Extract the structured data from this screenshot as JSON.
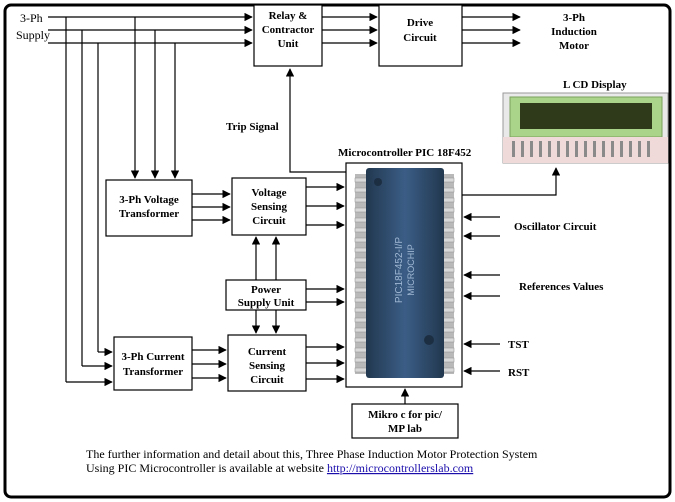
{
  "labels": {
    "supply_line1": "3-Ph",
    "supply_line2": "Supply",
    "relay_line1": "Relay &",
    "relay_line2": "Contractor",
    "relay_line3": "Unit",
    "drive_line1": "Drive",
    "drive_line2": "Circuit",
    "motor_line1": "3-Ph",
    "motor_line2": "Induction",
    "motor_line3": "Motor",
    "lcd_title": "L CD Display",
    "trip_signal": "Trip Signal",
    "mcu_title": "Microcontroller PIC 18F452",
    "vt_line1": "3-Ph Voltage",
    "vt_line2": "Transformer",
    "vs_line1": "Voltage",
    "vs_line2": "Sensing",
    "vs_line3": "Circuit",
    "psu_line1": "Power",
    "psu_line2": "Supply Unit",
    "ct_line1": "3-Ph Current",
    "ct_line2": "Transformer",
    "cs_line1": "Current",
    "cs_line2": "Sensing",
    "cs_line3": "Circuit",
    "osc": "Oscillator Circuit",
    "refs": "References Values",
    "tst": "TST",
    "rst": "RST",
    "mikro_line1": "Mikro c for pic/",
    "mikro_line2": "MP lab"
  },
  "footer": {
    "line1": "The further information and detail about this, Three Phase Induction Motor Protection System",
    "line2_prefix": "Using PIC Microcontroller is available at website ",
    "link": "http://microcontrollerslab.com"
  },
  "colors": {
    "frame": "#000000",
    "chip_body": "#2e4a6b",
    "lcd_screen": "#2f3a1a",
    "lcd_bezel": "#a9d48a",
    "link": "#1a0dab"
  }
}
